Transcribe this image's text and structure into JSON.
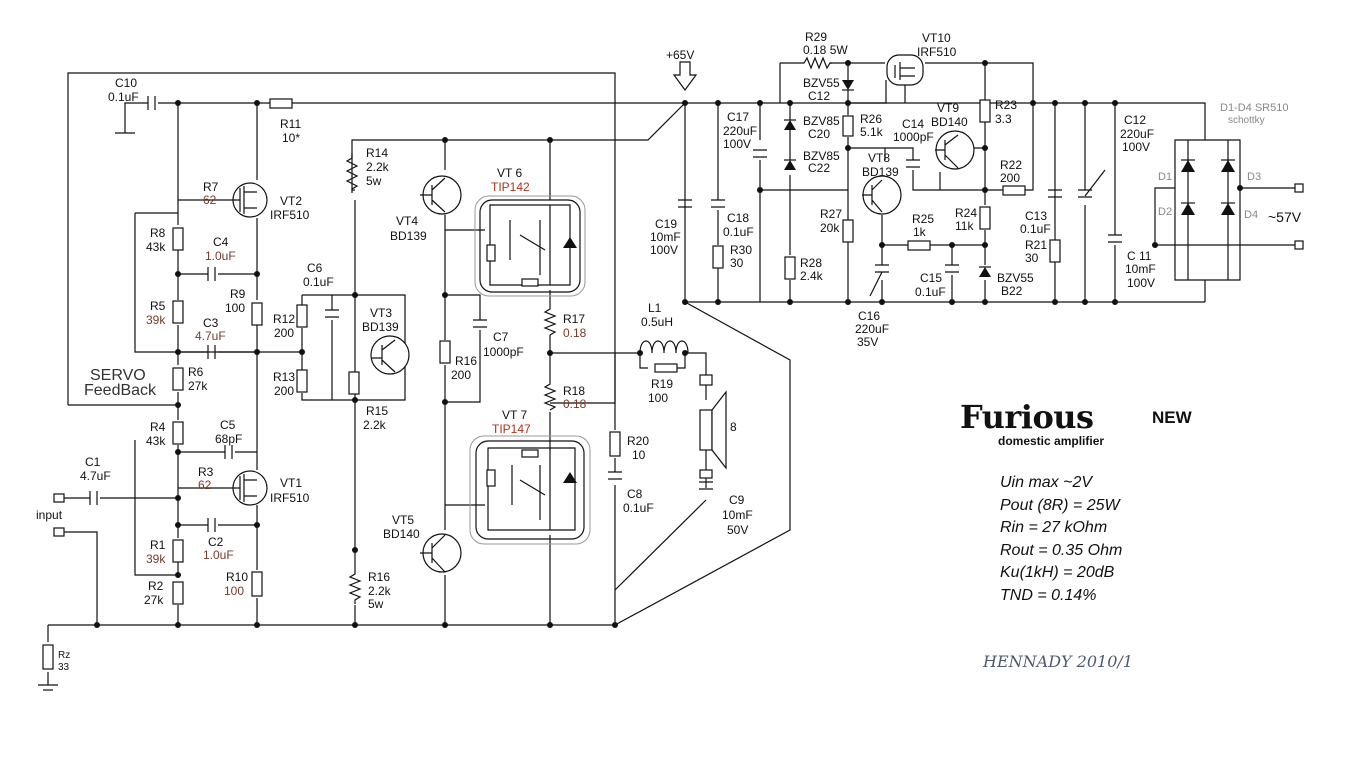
{
  "title": {
    "name": "Furious",
    "badge": "NEW",
    "subtitle": "domestic amplifier"
  },
  "author": "HENNADY 2010/1",
  "specs": [
    "Uin max ~2V",
    "Pout (8R) = 25W",
    "Rin =  27 kOhm",
    "Rout = 0.35 Ohm",
    "Ku(1kH) = 20dB",
    "TND = 0.14%"
  ],
  "labels": {
    "c10": "C10",
    "c10v": "0.1uF",
    "r11": "R11",
    "r11v": "10*",
    "vcc": "+65V",
    "r14": "R14",
    "r14v": "2.2k",
    "r14p": "5w",
    "vt4": "VT4",
    "vt4t": "BD139",
    "vt6": "VT 6",
    "vt6t": "TIP142",
    "r7": "R7",
    "r7v": "62",
    "vt2": "VT2",
    "vt2t": "IRF510",
    "r8": "R8",
    "r8v": "43k",
    "c4": "C4",
    "c4v": "1.0uF",
    "r5": "R5",
    "r5v": "39k",
    "r9": "R9",
    "r9v": "100",
    "c3": "C3",
    "c3v": "4.7uF",
    "r12": "R12",
    "r12v": "200",
    "c6": "C6",
    "c6v": "0.1uF",
    "vt3": "VT3",
    "vt3t": "BD139",
    "r16a": "R16",
    "r16av": "200",
    "c7": "C7",
    "c7v": "1000pF",
    "r17": "R17",
    "r17v": "0.18",
    "l1": "L1",
    "l1v": "0.5uH",
    "r19": "R19",
    "r19v": "100",
    "servo": "SERVO",
    "feedback": "FeedBack",
    "r6": "R6",
    "r6v": "27k",
    "r13": "R13",
    "r13v": "200",
    "r15": "R15",
    "r15v": "2.2k",
    "r18": "R18",
    "r18v": "0.18",
    "spk": "8",
    "r4": "R4",
    "r4v": "43k",
    "c5": "C5",
    "c5v": "68pF",
    "vt7": "VT 7",
    "vt7t": "TIP147",
    "r20": "R20",
    "r20v": "10",
    "c1": "C1",
    "c1v": "4.7uF",
    "r3": "R3",
    "r3v": "62",
    "vt1": "VT1",
    "vt1t": "IRF510",
    "input": "input",
    "c2": "C2",
    "c2v": "1.0uF",
    "vt5": "VT5",
    "vt5t": "BD140",
    "c8": "C8",
    "c8v": "0.1uF",
    "c9": "C9",
    "c9v": "10mF",
    "c9u": "50V",
    "r1": "R1",
    "r1v": "39k",
    "r2": "R2",
    "r2v": "27k",
    "r10": "R10",
    "r10v": "100",
    "r16b": "R16",
    "r16bv": "2.2k",
    "r16bp": "5w",
    "rz": "Rz",
    "rzv": "33",
    "r29": "R29",
    "r29v": "0.18  5W",
    "vt10": "VT10",
    "vt10t": "IRF510",
    "bzv55a": "BZV55",
    "c12a": "C12",
    "r23": "R23",
    "r23v": "3.3",
    "c17": "C17",
    "c17v": "220uF",
    "c17u": "100V",
    "bzv85a": "BZV85",
    "c20": "C20",
    "r26": "R26",
    "r26v": "5.1k",
    "c14": "C14",
    "c14v": "1000pF",
    "vt9": "VT9",
    "vt9t": "BD140",
    "c12b": "C12",
    "c12bv": "220uF",
    "c12bu": "100V",
    "diodes": "D1-D4 SR510",
    "schottky": "schottky",
    "bzv85b": "BZV85",
    "c22": "C22",
    "vt8": "VT8",
    "vt8t": "BD139",
    "r22": "R22",
    "r22v": "200",
    "d1": "D1",
    "d2": "D2",
    "d3": "D3",
    "d4": "D4",
    "ac": "~57V",
    "c19": "C19",
    "c19v": "10mF",
    "c19u": "100V",
    "c18": "C18",
    "c18v": "0.1uF",
    "r27": "R27",
    "r27v": "20k",
    "r25": "R25",
    "r25v": "1k",
    "r24": "R24",
    "r24v": "11k",
    "c13": "C13",
    "c13v": "0.1uF",
    "r30": "R30",
    "r30v": "30",
    "r28": "R28",
    "r28v": "2.4k",
    "r21": "R21",
    "r21v": "30",
    "c11": "C 11",
    "c11v": "10mF",
    "c11u": "100V",
    "c15": "C15",
    "c15v": "0.1uF",
    "bzv55b": "BZV55",
    "b22": "B22",
    "c16": "C16",
    "c16v": "220uF",
    "c16u": "35V"
  }
}
